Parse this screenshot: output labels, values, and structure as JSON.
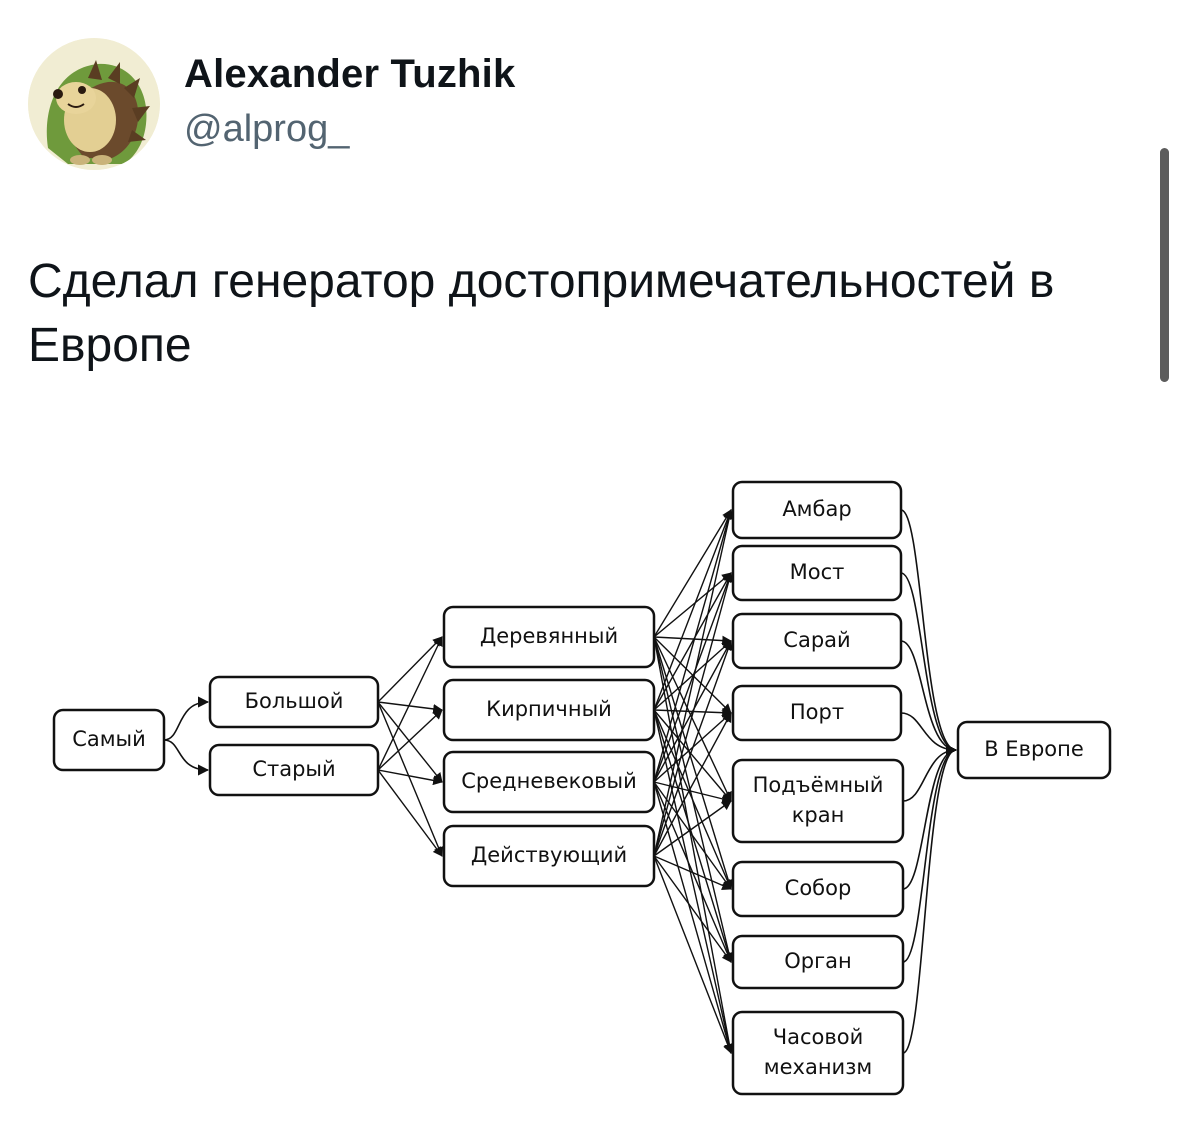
{
  "tweet": {
    "author_name": "Alexander Tuzhik",
    "author_handle": "@alprog_",
    "text": "Сделал генератор достопримечательностей в Европе",
    "avatar_icon": "hedgehog-avatar-icon"
  },
  "diagram": {
    "nodes": {
      "samyi": [
        "Самый"
      ],
      "bolshoi": [
        "Большой"
      ],
      "staryi": [
        "Старый"
      ],
      "derevyannyi": [
        "Деревянный"
      ],
      "kirpichnyi": [
        "Кирпичный"
      ],
      "srednevekovyi": [
        "Средневековый"
      ],
      "deistvuyushchii": [
        "Действующий"
      ],
      "ambar": [
        "Амбар"
      ],
      "most": [
        "Мост"
      ],
      "sarai": [
        "Сарай"
      ],
      "port": [
        "Порт"
      ],
      "podyemnyi_kran": [
        "Подъёмный",
        "кран"
      ],
      "sobor": [
        "Собор"
      ],
      "organ": [
        "Орган"
      ],
      "chasovoi_mekhanizm": [
        "Часовой",
        "механизм"
      ],
      "v_evrope": [
        "В Европе"
      ]
    },
    "edges": [
      [
        "samyi",
        "bolshoi"
      ],
      [
        "samyi",
        "staryi"
      ],
      [
        "bolshoi",
        "derevyannyi"
      ],
      [
        "bolshoi",
        "kirpichnyi"
      ],
      [
        "bolshoi",
        "srednevekovyi"
      ],
      [
        "bolshoi",
        "deistvuyushchii"
      ],
      [
        "staryi",
        "derevyannyi"
      ],
      [
        "staryi",
        "kirpichnyi"
      ],
      [
        "staryi",
        "srednevekovyi"
      ],
      [
        "staryi",
        "deistvuyushchii"
      ],
      [
        "derevyannyi",
        "ambar"
      ],
      [
        "derevyannyi",
        "most"
      ],
      [
        "derevyannyi",
        "sarai"
      ],
      [
        "derevyannyi",
        "port"
      ],
      [
        "derevyannyi",
        "podyemnyi_kran"
      ],
      [
        "derevyannyi",
        "sobor"
      ],
      [
        "derevyannyi",
        "organ"
      ],
      [
        "derevyannyi",
        "chasovoi_mekhanizm"
      ],
      [
        "kirpichnyi",
        "ambar"
      ],
      [
        "kirpichnyi",
        "most"
      ],
      [
        "kirpichnyi",
        "sarai"
      ],
      [
        "kirpichnyi",
        "port"
      ],
      [
        "kirpichnyi",
        "podyemnyi_kran"
      ],
      [
        "kirpichnyi",
        "sobor"
      ],
      [
        "kirpichnyi",
        "organ"
      ],
      [
        "kirpichnyi",
        "chasovoi_mekhanizm"
      ],
      [
        "srednevekovyi",
        "ambar"
      ],
      [
        "srednevekovyi",
        "most"
      ],
      [
        "srednevekovyi",
        "sarai"
      ],
      [
        "srednevekovyi",
        "port"
      ],
      [
        "srednevekovyi",
        "podyemnyi_kran"
      ],
      [
        "srednevekovyi",
        "sobor"
      ],
      [
        "srednevekovyi",
        "organ"
      ],
      [
        "srednevekovyi",
        "chasovoi_mekhanizm"
      ],
      [
        "deistvuyushchii",
        "ambar"
      ],
      [
        "deistvuyushchii",
        "most"
      ],
      [
        "deistvuyushchii",
        "sarai"
      ],
      [
        "deistvuyushchii",
        "port"
      ],
      [
        "deistvuyushchii",
        "podyemnyi_kran"
      ],
      [
        "deistvuyushchii",
        "sobor"
      ],
      [
        "deistvuyushchii",
        "organ"
      ],
      [
        "deistvuyushchii",
        "chasovoi_mekhanizm"
      ],
      [
        "ambar",
        "v_evrope"
      ],
      [
        "most",
        "v_evrope"
      ],
      [
        "sarai",
        "v_evrope"
      ],
      [
        "port",
        "v_evrope"
      ],
      [
        "podyemnyi_kran",
        "v_evrope"
      ],
      [
        "sobor",
        "v_evrope"
      ],
      [
        "organ",
        "v_evrope"
      ],
      [
        "chasovoi_mekhanizm",
        "v_evrope"
      ]
    ]
  }
}
